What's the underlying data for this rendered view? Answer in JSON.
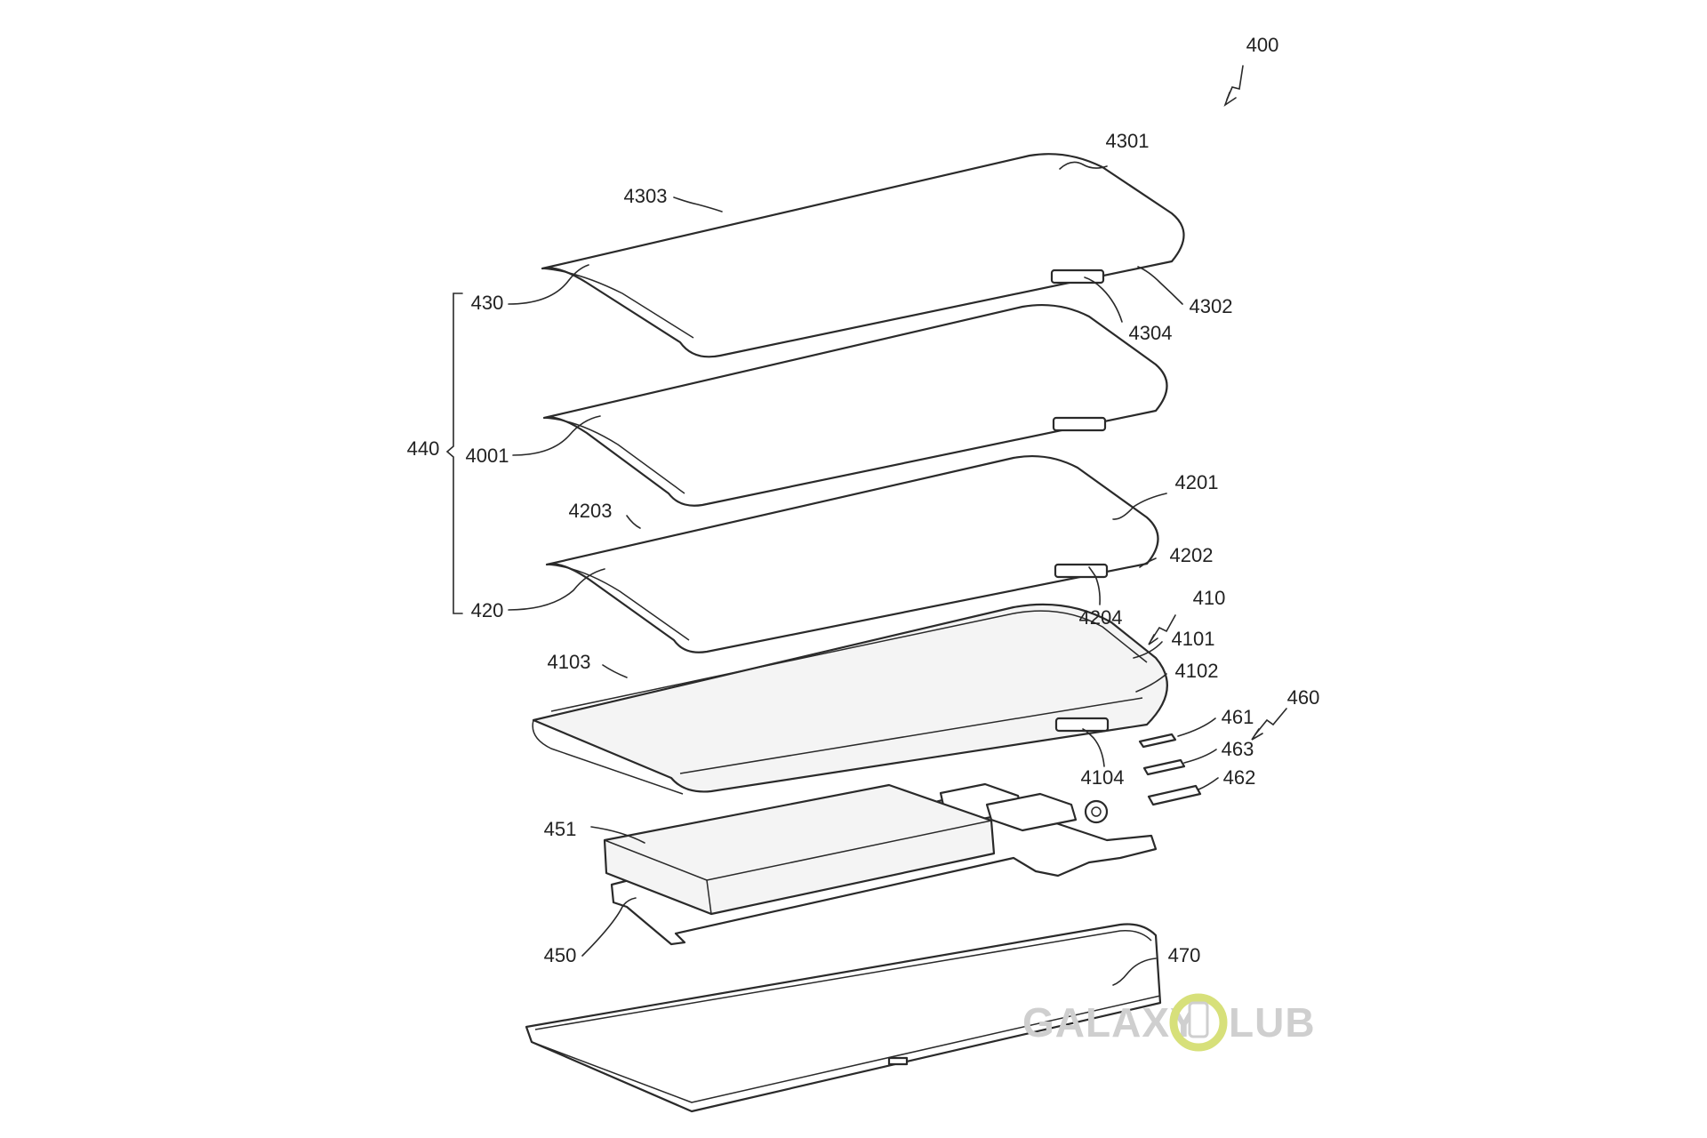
{
  "refs": {
    "r400": "400",
    "r4301": "4301",
    "r4303": "4303",
    "r430": "430",
    "r4302": "4302",
    "r4304": "4304",
    "r440": "440",
    "r4001": "4001",
    "r4201": "4201",
    "r4203": "4203",
    "r4202": "4202",
    "r420": "420",
    "r4204": "4204",
    "r410": "410",
    "r4103": "4103",
    "r4101": "4101",
    "r4102": "4102",
    "r460": "460",
    "r461": "461",
    "r463": "463",
    "r462": "462",
    "r4104": "4104",
    "r451": "451",
    "r450": "450",
    "r470": "470"
  },
  "watermark": {
    "left": "GALAXY",
    "right": "LUB",
    "text_color": "#cfcfcf",
    "accent_color": "#d7e07a"
  }
}
